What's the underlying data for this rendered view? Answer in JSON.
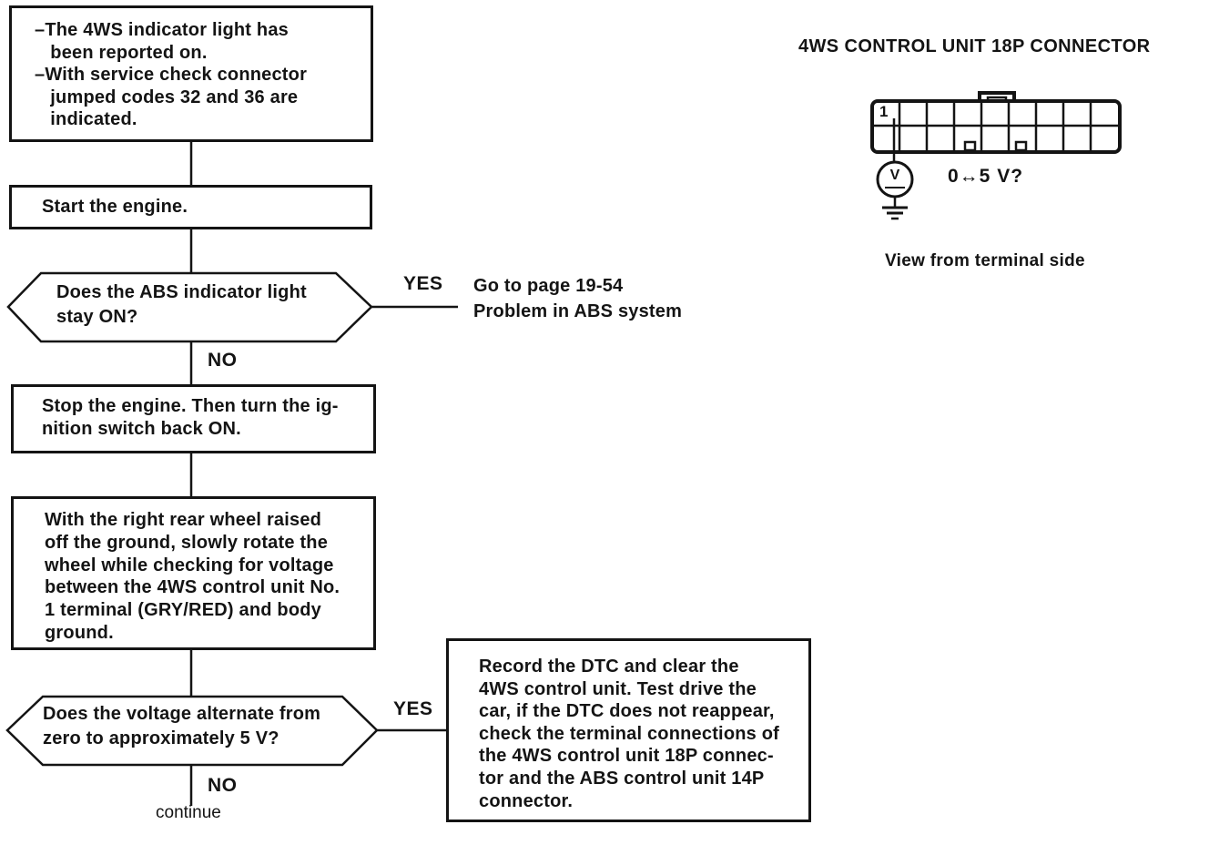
{
  "flowchart": {
    "symptom_box": {
      "text": "–The 4WS indicator light has\n   been reported on.\n–With service check connector\n   jumped codes 32 and 36 are\n   indicated."
    },
    "start_box": {
      "text": "Start the engine."
    },
    "decision_abs": {
      "text": "Does the ABS indicator light\nstay ON?",
      "yes_label": "YES",
      "no_label": "NO"
    },
    "goto_ref": {
      "text": "Go to page 19-54\nProblem in ABS system"
    },
    "stop_box": {
      "text": "Stop the engine. Then turn the ig-\nnition switch back ON."
    },
    "wheel_box": {
      "text": "With the right rear wheel raised\noff the ground, slowly rotate the\nwheel while checking for voltage\nbetween the 4WS control unit No.\n1 terminal (GRY/RED) and body\nground."
    },
    "decision_voltage": {
      "text": "Does the voltage alternate from\nzero to approximately 5 V?",
      "yes_label": "YES",
      "no_label": "NO"
    },
    "continue_label": "continue",
    "record_box": {
      "text": "Record the DTC and clear the\n4WS control unit. Test drive the\ncar, if the DTC does not reappear,\ncheck the terminal connections of\nthe 4WS control unit 18P connec-\ntor and the ABS control unit 14P\nconnector."
    }
  },
  "diagram": {
    "title": "4WS CONTROL UNIT 18P CONNECTOR",
    "pin_label": "1",
    "voltmeter_label": "V",
    "voltage_question": "0↔5 V?",
    "caption": "View from terminal side"
  },
  "colors": {
    "ink": "#141414",
    "paper": "#ffffff"
  }
}
